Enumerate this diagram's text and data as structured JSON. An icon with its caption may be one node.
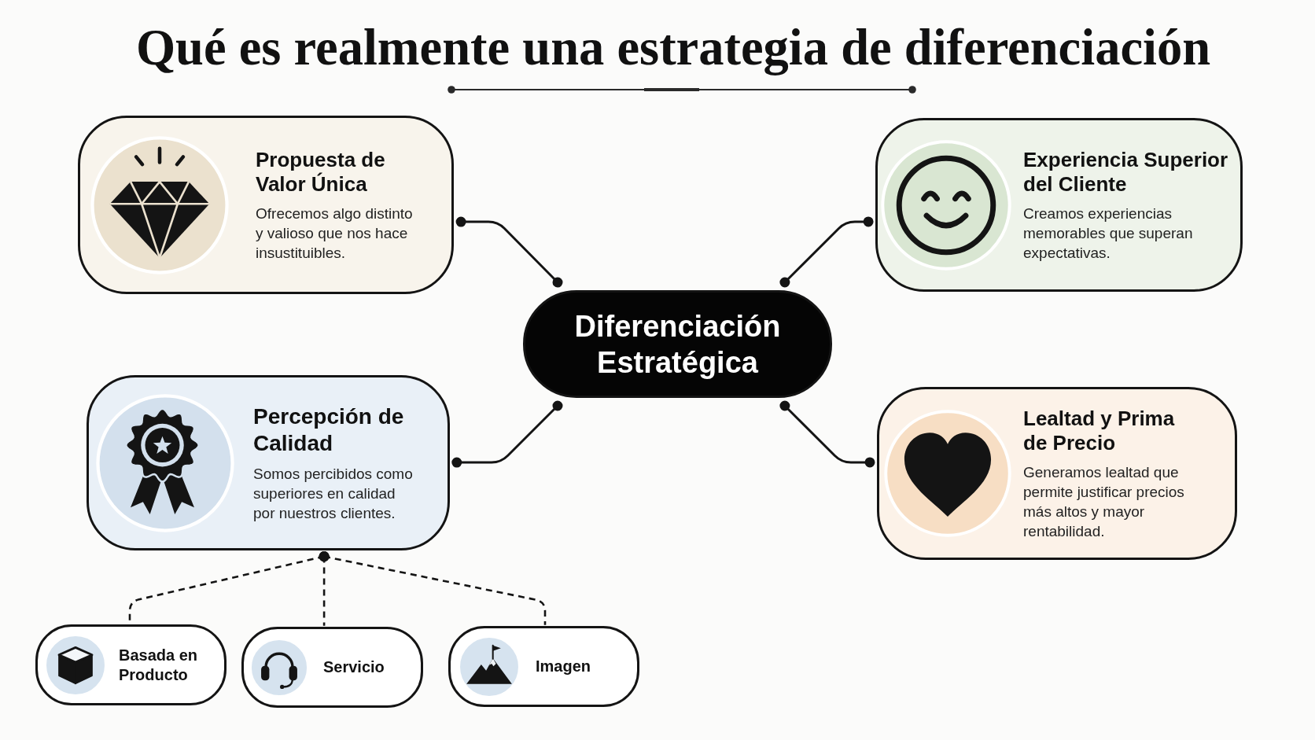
{
  "diagram": {
    "title": "Qué es realmente una estrategia de diferenciación",
    "nodes": [
      {
        "text": [
          "Propuesta de Valor Única",
          "Ofrecemos algo distinto y valioso que nos hace insustituibles."
        ]
      },
      {
        "text": [
          "Experiencia Superior del Cliente",
          "Creamos experiencias memorables que superan expectativas."
        ]
      },
      {
        "text": [
          "Diferenciación Estratégica"
        ]
      },
      {
        "text": [
          "Percepción de Calidad",
          "Somos percibidos como superiores en calidad por nuestros clientes."
        ]
      },
      {
        "text": [
          "Lealtad y Prima de Precio",
          "Generamos lealtad que permite justificar precios más altos y mayor rentabilidad."
        ]
      },
      {
        "text": [
          "Basada en Producto"
        ]
      },
      {
        "text": [
          "Servicio"
        ]
      },
      {
        "text": [
          "Imagen"
        ]
      }
    ],
    "edges": [
      {
        "from": 2,
        "to": 0,
        "arrow": "other"
      },
      {
        "from": 2,
        "to": 1,
        "arrow": "other"
      },
      {
        "from": 2,
        "to": 3,
        "arrow": "other"
      },
      {
        "from": 2,
        "to": 4,
        "arrow": "other"
      },
      {
        "from": 3,
        "to": 5,
        "arrow": "other",
        "style": "dashed"
      },
      {
        "from": 3,
        "to": 6,
        "arrow": "other",
        "style": "dashed"
      },
      {
        "from": 3,
        "to": 7,
        "arrow": "other",
        "style": "dashed"
      }
    ]
  }
}
